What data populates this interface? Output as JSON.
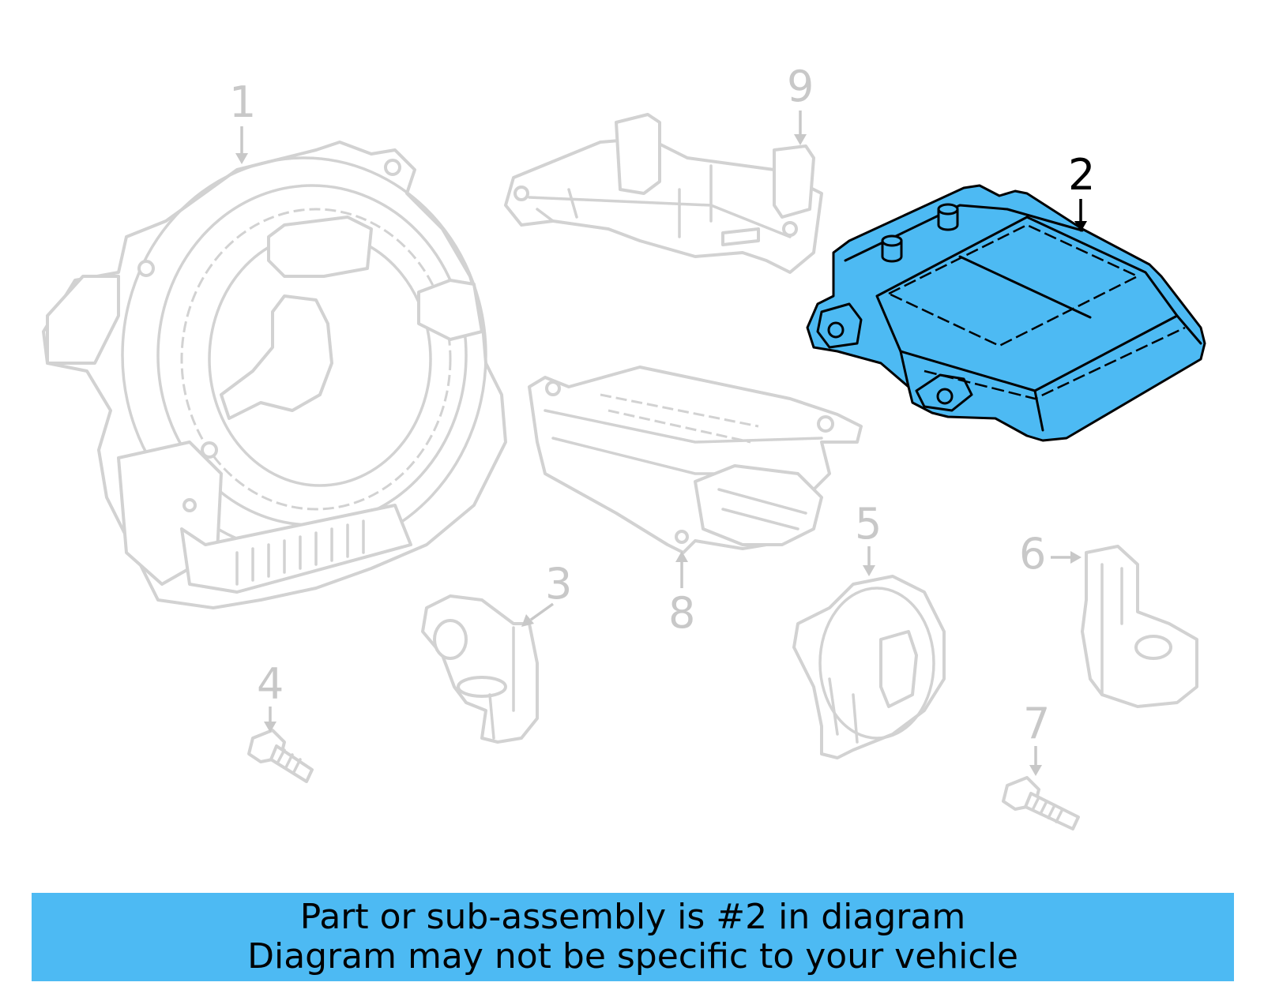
{
  "diagram": {
    "callouts": [
      {
        "number": "1",
        "highlighted": false
      },
      {
        "number": "2",
        "highlighted": true
      },
      {
        "number": "3",
        "highlighted": false
      },
      {
        "number": "4",
        "highlighted": false
      },
      {
        "number": "5",
        "highlighted": false
      },
      {
        "number": "6",
        "highlighted": false
      },
      {
        "number": "7",
        "highlighted": false
      },
      {
        "number": "8",
        "highlighted": false
      },
      {
        "number": "9",
        "highlighted": false
      }
    ],
    "highlight_color": "#4dbaf3",
    "ghost_color": "#d2d2d2"
  },
  "banner": {
    "line1": "Part or sub-assembly is #2 in diagram",
    "line2": "Diagram may not be specific to your vehicle",
    "background": "#4dbaf3"
  }
}
